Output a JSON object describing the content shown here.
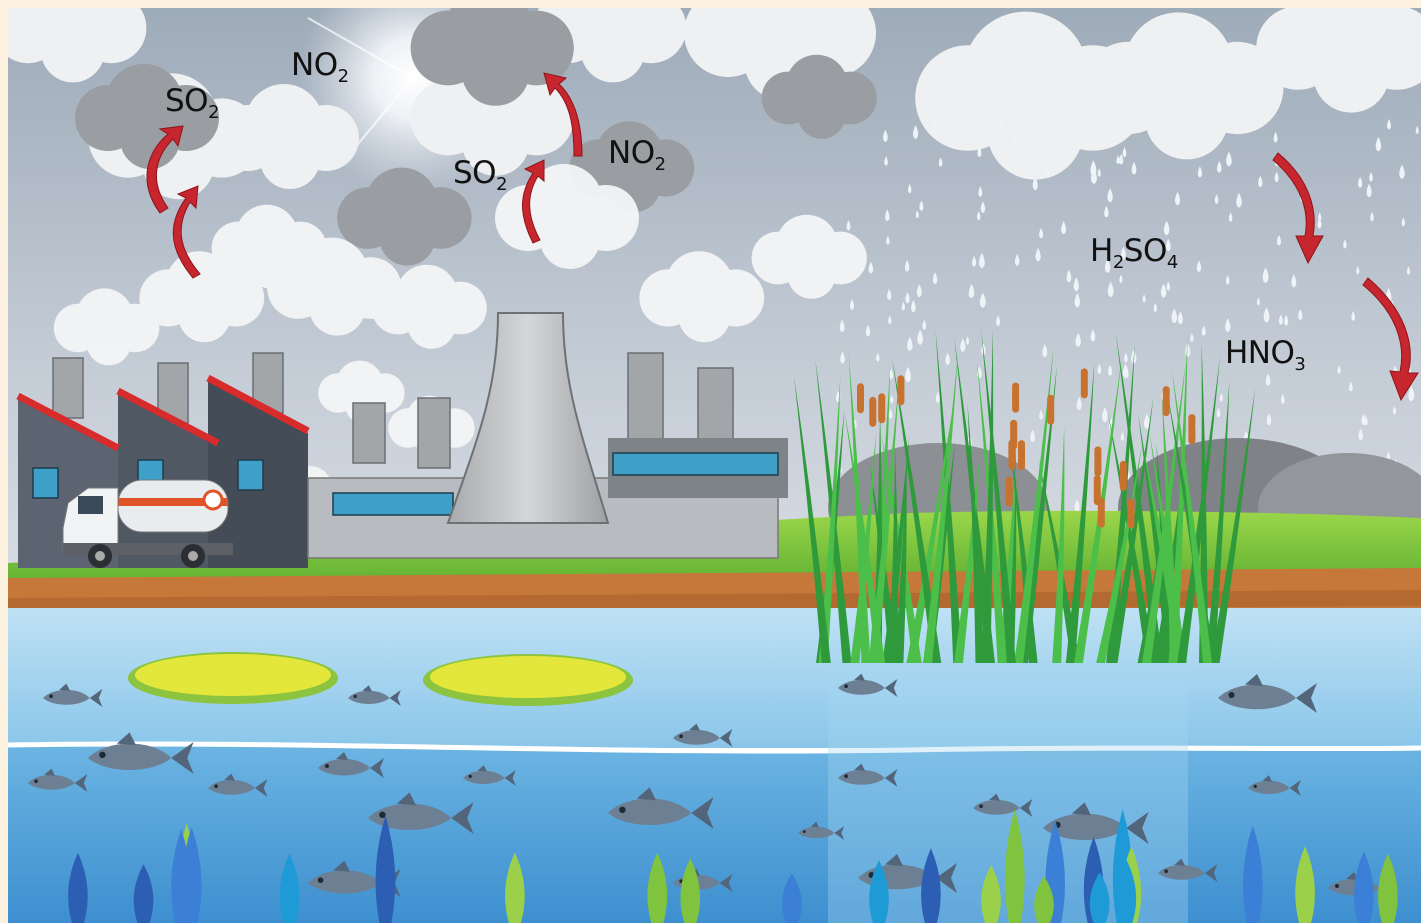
{
  "labels": {
    "no2_top": {
      "main": "NO",
      "sub": "2"
    },
    "so2_left": {
      "main": "SO",
      "sub": "2"
    },
    "so2_mid": {
      "main": "SO",
      "sub": "2"
    },
    "no2_mid": {
      "main": "NO",
      "sub": "2"
    },
    "h2so4": {
      "p1": "H",
      "s1": "2",
      "p2": "SO",
      "s2": "4"
    },
    "hno3": {
      "main": "HNO",
      "sub": "3"
    }
  },
  "colors": {
    "background_frame": "#fdf1df",
    "sky": "#a9b6c4",
    "arrow": "#c8262e",
    "grass": "#6cc23a",
    "water": "#8fcbea",
    "deep_water": "#5aa8dc",
    "soil": "#c97a3a"
  }
}
